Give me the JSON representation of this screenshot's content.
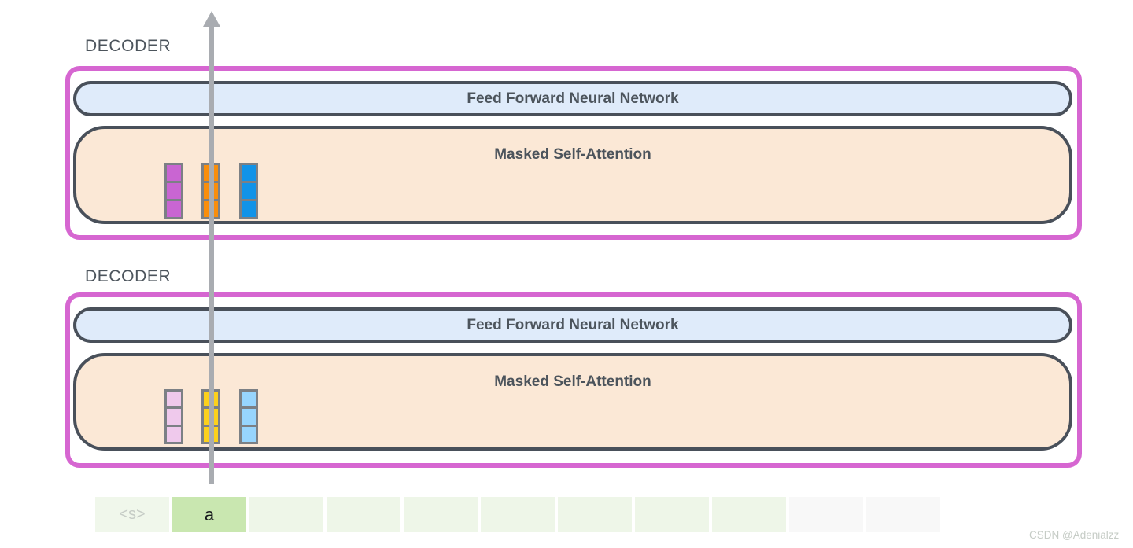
{
  "decoders": [
    {
      "label": "DECODER",
      "ffnn_label": "Feed Forward Neural Network",
      "attention_label": "Masked Self-Attention",
      "token_vectors": [
        {
          "name": "purple",
          "color": "#C965D2"
        },
        {
          "name": "orange",
          "color": "#F98E0C"
        },
        {
          "name": "blue",
          "color": "#1193E8"
        }
      ]
    },
    {
      "label": "DECODER",
      "ffnn_label": "Feed Forward Neural Network",
      "attention_label": "Masked Self-Attention",
      "token_vectors": [
        {
          "name": "light-pink",
          "color": "#EFC9EC"
        },
        {
          "name": "yellow",
          "color": "#FCD11C"
        },
        {
          "name": "light-blue",
          "color": "#97D5FE"
        }
      ]
    }
  ],
  "token_row": {
    "cells": [
      {
        "label": "<s>"
      },
      {
        "label": "a"
      },
      {
        "label": ""
      },
      {
        "label": ""
      },
      {
        "label": ""
      },
      {
        "label": ""
      },
      {
        "label": ""
      },
      {
        "label": ""
      },
      {
        "label": ""
      },
      {
        "label": ""
      },
      {
        "label": ""
      }
    ]
  },
  "watermark": "CSDN @Adenialzz",
  "colors": {
    "magenta_border": "#D666D1",
    "slate_border": "#49505A",
    "slate_text": "#4C545C",
    "ffnn_bg": "#DFEBFA",
    "attention_bg": "#FBE8D6",
    "arrow": "#A9ACB1",
    "vector_border": "#7C8085",
    "cell_green_light": "#F0F7EB",
    "cell_green_mid": "#EEF6E8",
    "cell_green_highlight": "#C9E7B0",
    "cell_gray": "#F8F8F8",
    "start_token_text": "#C6CCC6",
    "current_token_text": "#15181B"
  }
}
